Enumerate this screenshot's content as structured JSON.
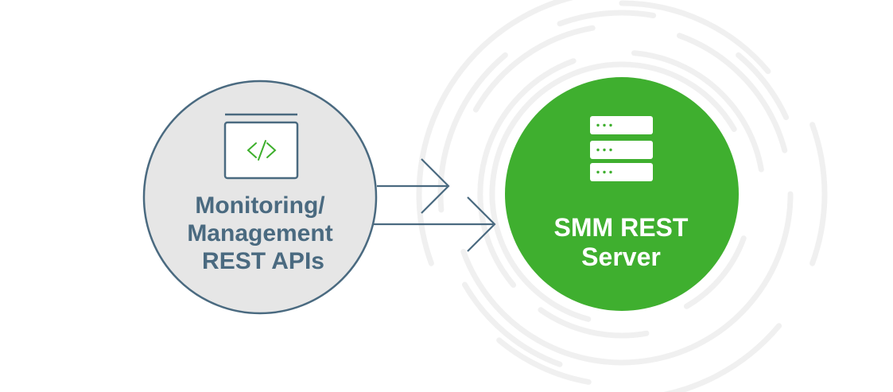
{
  "diagram": {
    "client": {
      "label_lines": [
        "Monitoring/",
        "Management",
        "REST APIs"
      ],
      "icon": "code-window-icon",
      "icon_glyph": "</>"
    },
    "server": {
      "label_lines": [
        "SMM REST",
        "Server"
      ],
      "icon": "server-stack-icon"
    },
    "connections": [
      {
        "from": "client",
        "to": "server",
        "type": "arrow"
      },
      {
        "from": "client",
        "to": "server",
        "type": "arrow"
      }
    ]
  },
  "colors": {
    "client_fill": "#e6e6e6",
    "client_stroke": "#4a6a80",
    "client_text": "#4a6a80",
    "code_glyph": "#3daf2c",
    "server_fill": "#3faf2f",
    "server_text": "#ffffff",
    "arrow": "#4a6a80",
    "rings": "#f0f0f0"
  }
}
